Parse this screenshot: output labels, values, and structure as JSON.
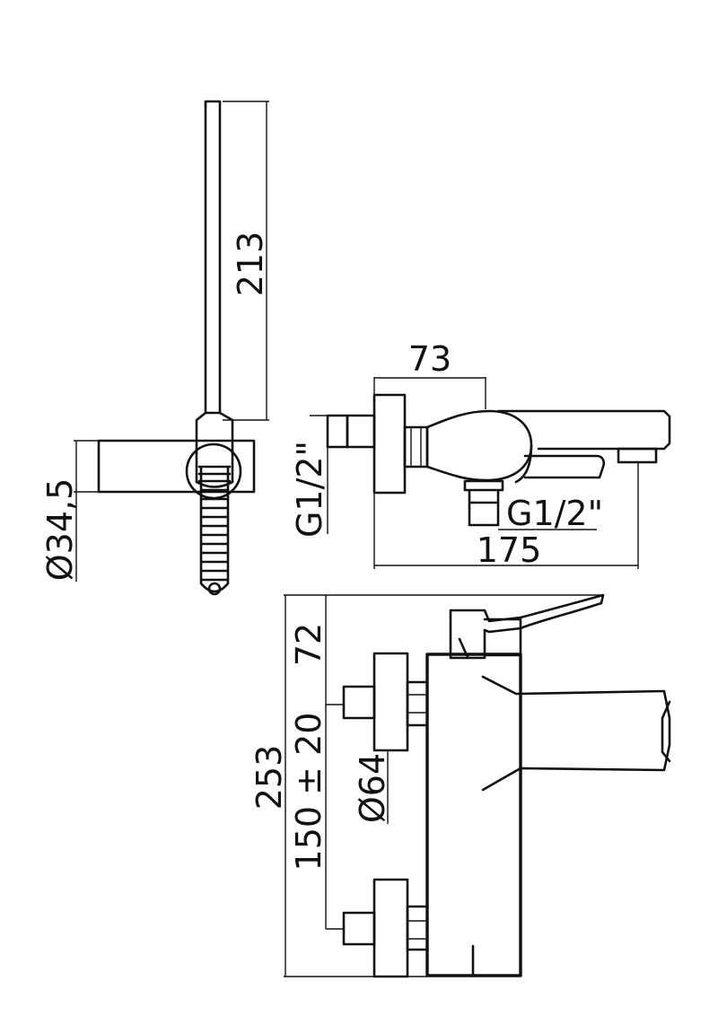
{
  "dimensions": {
    "hand_shower_length": "213",
    "holder_diameter": "Ø34,5",
    "spout_depth": "73",
    "inlet_thread_left": "G1/2\"",
    "outlet_thread": "G1/2\"",
    "total_depth": "175",
    "handle_height": "72",
    "inlet_spacing": "150 ± 20",
    "total_height": "253",
    "flange_diameter": "Ø64"
  }
}
